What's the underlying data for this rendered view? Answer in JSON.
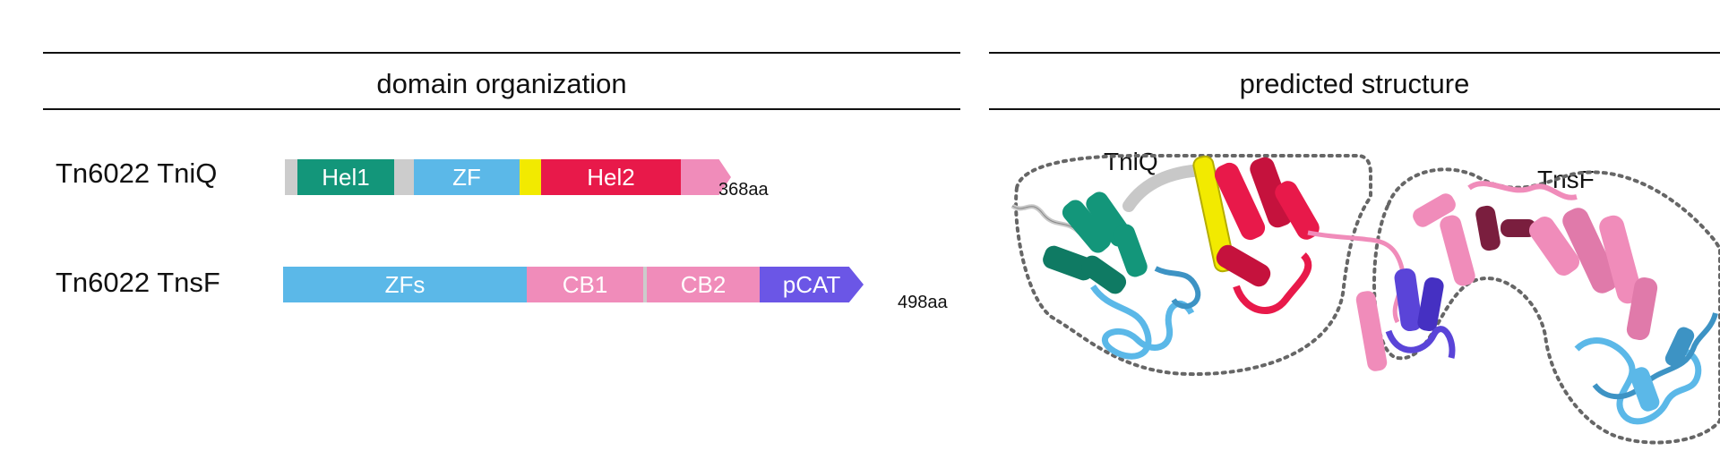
{
  "headers": {
    "left": "domain organization",
    "right": "predicted structure"
  },
  "proteins": [
    {
      "name": "Tn6022 TniQ",
      "length_label": "368aa",
      "segments": [
        {
          "label": "",
          "color": "#cccccc"
        },
        {
          "label": "Hel1",
          "color": "#13967a"
        },
        {
          "label": "",
          "color": "#cccccc"
        },
        {
          "label": "ZF",
          "color": "#5bb8e8"
        },
        {
          "label": "",
          "color": "#f2ea00"
        },
        {
          "label": "Hel2",
          "color": "#e8194a"
        },
        {
          "label": "",
          "color": "#f08cba"
        }
      ]
    },
    {
      "name": "Tn6022 TnsF",
      "length_label": "498aa",
      "segments": [
        {
          "label": "ZFs",
          "color": "#5bb8e8"
        },
        {
          "label": "CB1",
          "color": "#f08cba"
        },
        {
          "label": "",
          "color": "#cccccc"
        },
        {
          "label": "CB2",
          "color": "#f08cba"
        },
        {
          "label": "pCAT",
          "color": "#6b56e6"
        }
      ]
    }
  ],
  "structure": {
    "labels": {
      "left": "TniQ",
      "right": "TnsF"
    },
    "colors": {
      "green": "#13967a",
      "blue": "#5bb8e8",
      "red": "#e8194a",
      "yellow": "#f2ea00",
      "pink": "#f08cba",
      "purple": "#5a44d8",
      "dark": "#7a1e3e",
      "grey": "#c8c8c8"
    }
  }
}
